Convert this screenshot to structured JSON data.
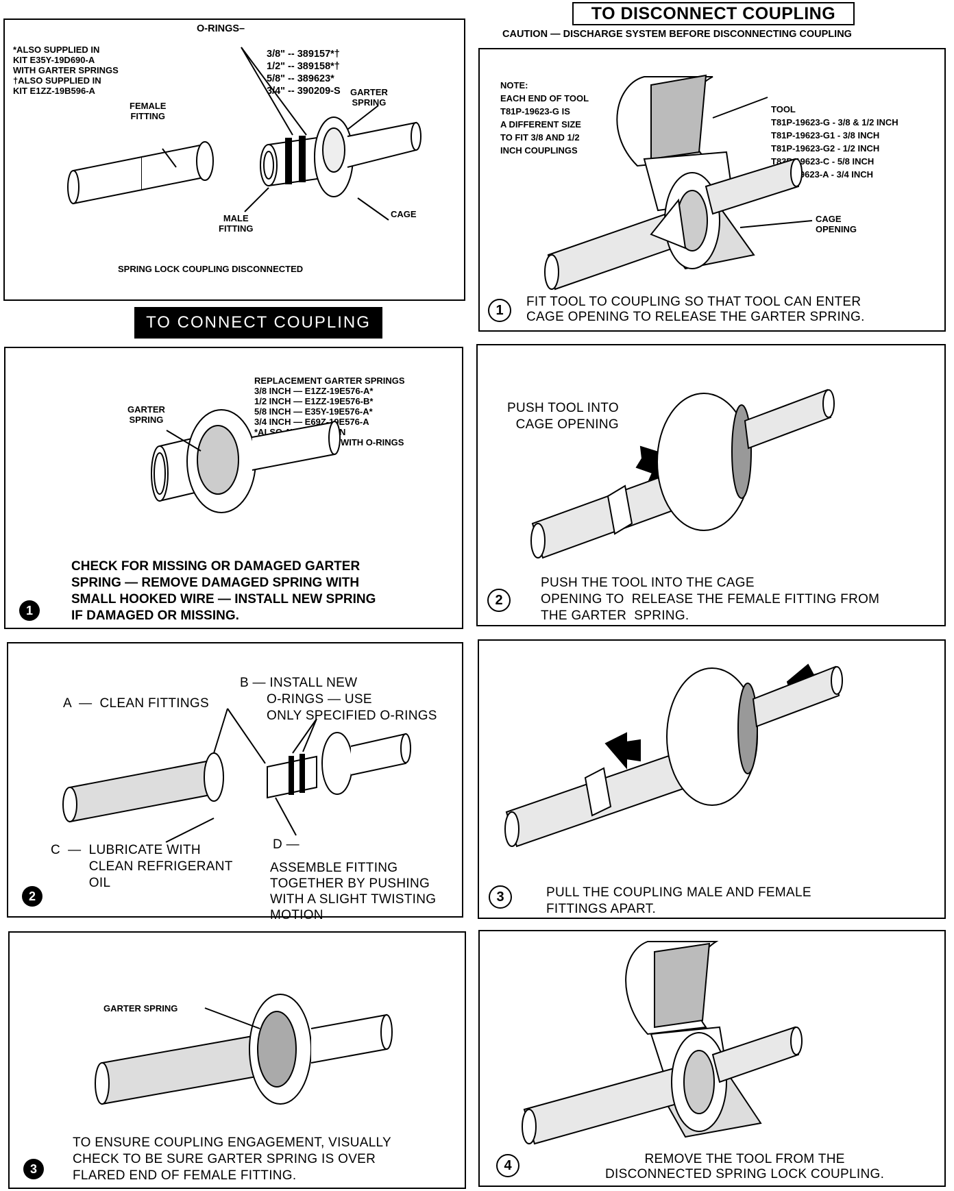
{
  "disconnect_header": "TO DISCONNECT COUPLING",
  "caution": "CAUTION — DISCHARGE SYSTEM BEFORE DISCONNECTING COUPLING",
  "connect_header": "TO CONNECT COUPLING",
  "overview": {
    "kit_note": [
      "*ALSO SUPPLIED IN",
      "KIT E35Y-19D690-A",
      "WITH GARTER SPRINGS",
      "†ALSO SUPPLIED IN",
      "KIT E1ZZ-19B596-A"
    ],
    "orings_label": "O-RINGS–",
    "orings": [
      "3/8\" -- 389157*†",
      "1/2\" -- 389158*†",
      "5/8\" -- 389623*",
      "3/4\" -- 390209-S"
    ],
    "female_fitting": "FEMALE\nFITTING",
    "garter_spring": "GARTER\nSPRING",
    "male_fitting": "MALE\nFITTING",
    "cage": "CAGE",
    "caption": "SPRING LOCK COUPLING DISCONNECTED"
  },
  "disconnect_steps": [
    {
      "number": "1",
      "note": "NOTE:\nEACH END OF TOOL\nT81P-19623-G IS\nA DIFFERENT SIZE\nTO FIT 3/8 and 1/2\nINCH COUPLINGS",
      "tool_list": [
        "TOOL",
        "T81P-19623-G - 3/8 & 1/2 INCH",
        "T81P-19623-G1 - 3/8 INCH",
        "T81P-19623-G2 - 1/2 INCH",
        "T83P-19623-C - 5/8 INCH",
        "T85L-19623-A - 3/4 INCH"
      ],
      "cage_opening": "CAGE\nOPENING",
      "text": "FIT TOOL TO COUPLING SO THAT TOOL CAN ENTER\nCAGE OPENING TO RELEASE THE GARTER SPRING."
    },
    {
      "number": "2",
      "label": "PUSH TOOL INTO\nCAGE OPENING",
      "text": "PUSH THE TOOL INTO THE CAGE\nOPENING TO  RELEASE THE FEMALE FITTING FROM\nTHE GARTER  SPRING."
    },
    {
      "number": "3",
      "text": "PULL THE COUPLING MALE AND FEMALE\nFITTINGS APART."
    },
    {
      "number": "4",
      "text": "REMOVE THE TOOL FROM THE\nDISCONNECTED SPRING LOCK COUPLING."
    }
  ],
  "connect_steps": [
    {
      "number": "1",
      "replacement": [
        "REPLACEMENT GARTER SPRINGS",
        "3/8 INCH — E1ZZ-19E576-A*",
        "1/2 INCH — E1ZZ-19E576-B*",
        "5/8 INCH — E35Y-19E576-A*",
        "3/4 INCH — E69Z-19E576-A",
        "*ALSO AVAILABLE IN",
        " E35Y-19D690-A KIT WITH O-RINGS"
      ],
      "garter_spring": "GARTER\nSPRING",
      "text": "CHECK FOR MISSING OR DAMAGED GARTER\nSPRING — REMOVE DAMAGED SPRING WITH\nSMALL HOOKED WIRE — INSTALL NEW SPRING\nIF DAMAGED OR MISSING."
    },
    {
      "number": "2",
      "a": "A  —  CLEAN FITTINGS",
      "b": "B — INSTALL NEW\n       O-RINGS — USE\n       ONLY SPECIFIED O-RINGS",
      "c": "C  —  LUBRICATE WITH\n          CLEAN REFRIGERANT\n          OIL",
      "d_label": "D —",
      "d": "ASSEMBLE FITTING\nTOGETHER BY PUSHING\nWITH A SLIGHT TWISTING\nMOTION"
    },
    {
      "number": "3",
      "garter_spring": "GARTER SPRING",
      "text": "TO ENSURE COUPLING ENGAGEMENT, VISUALLY\nCHECK TO BE SURE GARTER SPRING IS OVER\nFLARED END OF FEMALE FITTING."
    }
  ]
}
